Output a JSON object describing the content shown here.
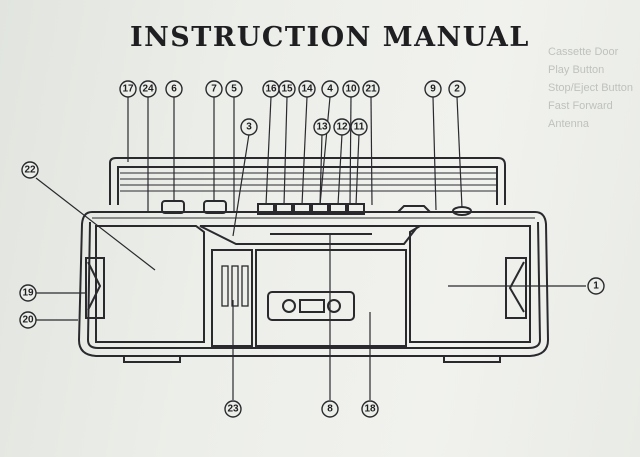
{
  "document": {
    "title": "INSTRUCTION MANUAL"
  },
  "show_through_text": [
    "Cassette Door",
    "Play Button",
    "Stop/Eject Button",
    "Fast Forward",
    "Antenna"
  ],
  "callouts": [
    "17",
    "24",
    "6",
    "7",
    "5",
    "3",
    "16",
    "15",
    "14",
    "4",
    "10",
    "21",
    "13",
    "12",
    "11",
    "9",
    "2",
    "22",
    "19",
    "20",
    "1",
    "23",
    "8",
    "18"
  ],
  "diagram": {
    "subject": "cassette-radio",
    "line_color": "#2a2a2e",
    "paper_color": "#eceee9"
  }
}
